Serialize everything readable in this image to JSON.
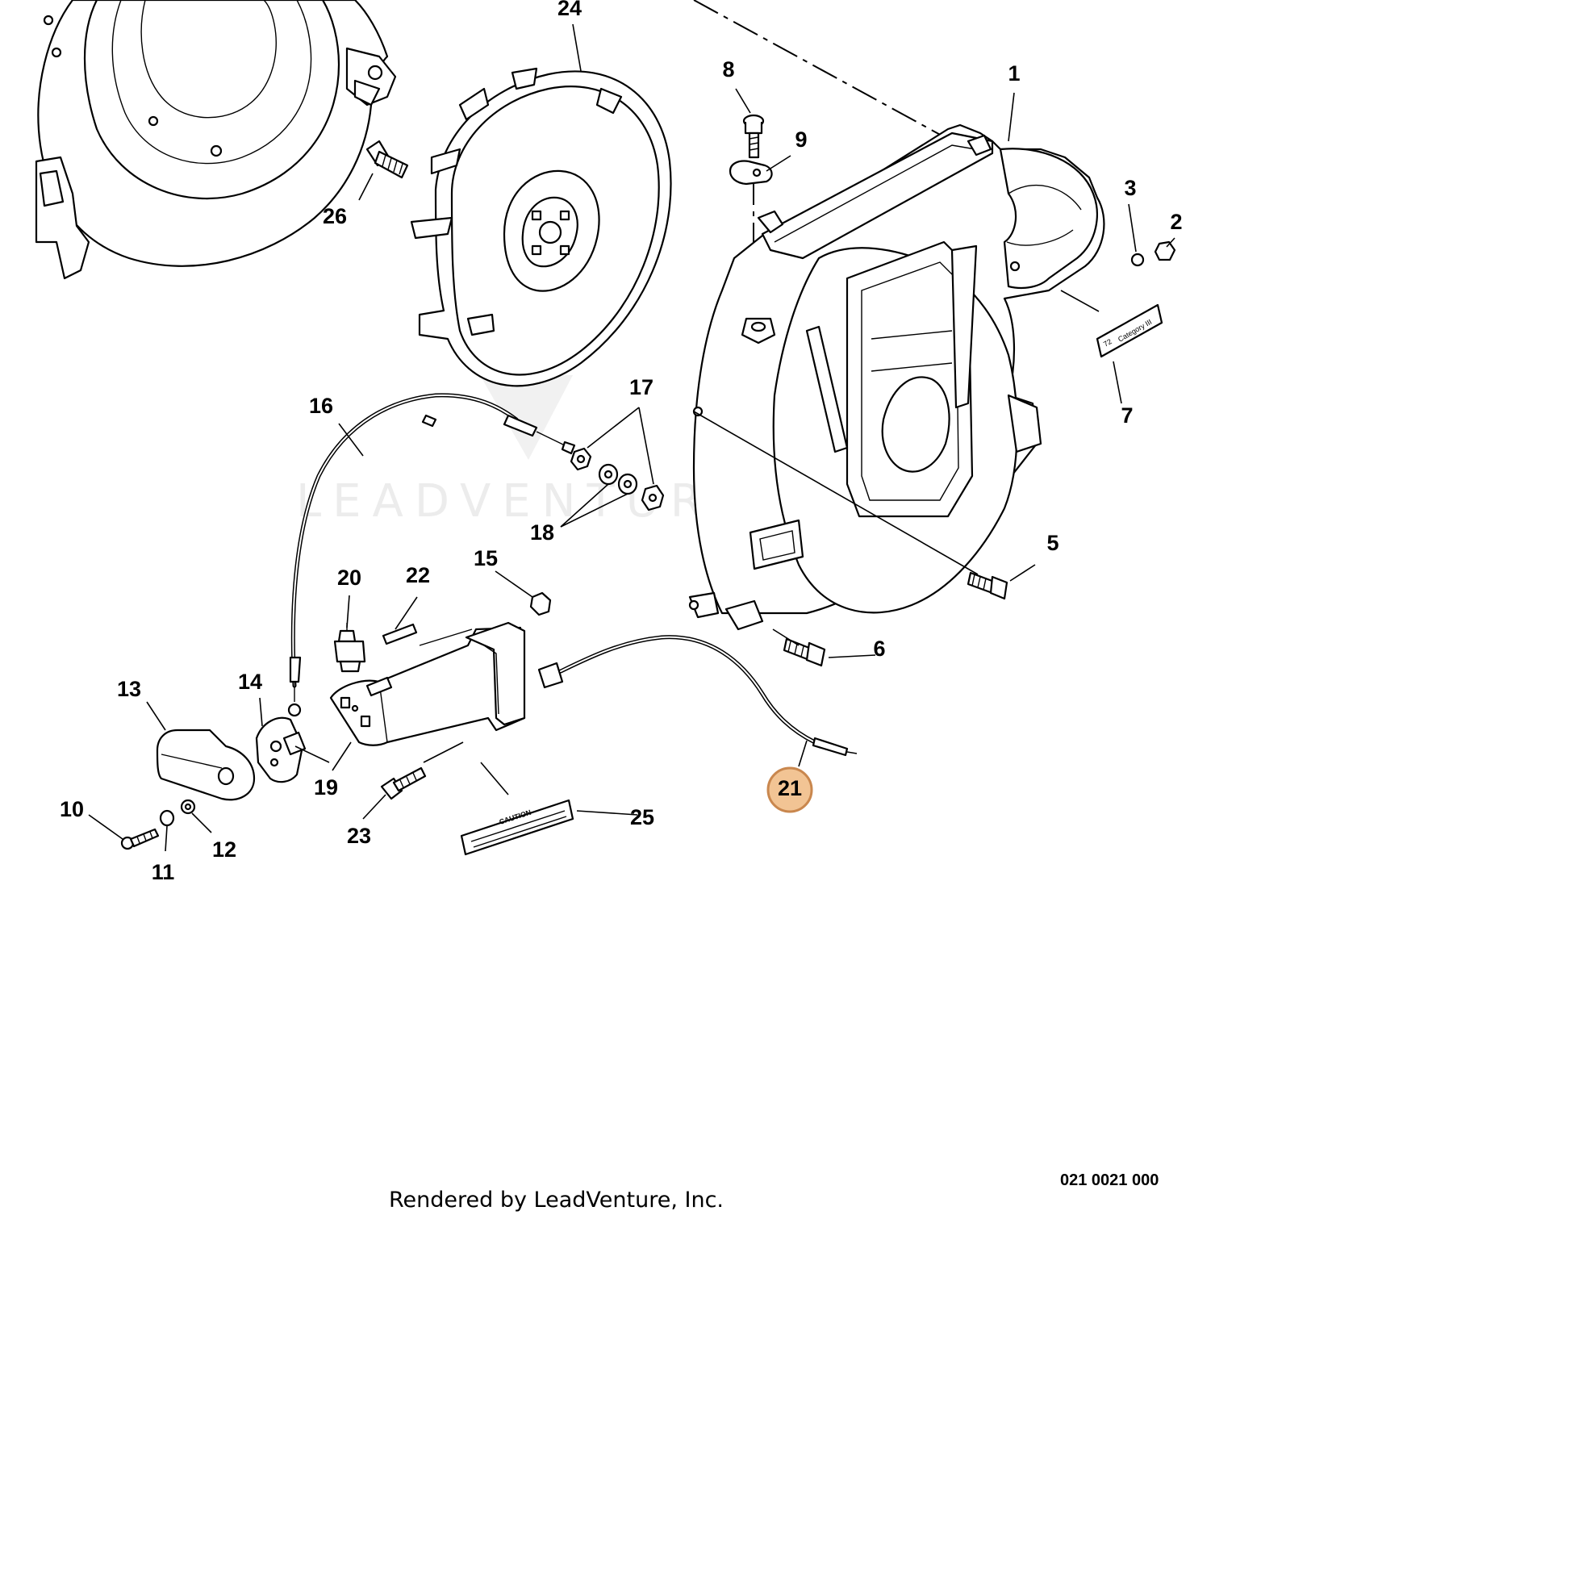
{
  "diagram": {
    "callouts": [
      {
        "id": "1",
        "label": "1"
      },
      {
        "id": "2",
        "label": "2"
      },
      {
        "id": "3",
        "label": "3"
      },
      {
        "id": "5",
        "label": "5"
      },
      {
        "id": "6",
        "label": "6"
      },
      {
        "id": "7",
        "label": "7"
      },
      {
        "id": "8",
        "label": "8"
      },
      {
        "id": "9",
        "label": "9"
      },
      {
        "id": "10",
        "label": "10"
      },
      {
        "id": "11",
        "label": "11"
      },
      {
        "id": "12",
        "label": "12"
      },
      {
        "id": "13",
        "label": "13"
      },
      {
        "id": "14",
        "label": "14"
      },
      {
        "id": "15",
        "label": "15"
      },
      {
        "id": "16",
        "label": "16"
      },
      {
        "id": "17",
        "label": "17"
      },
      {
        "id": "18",
        "label": "18"
      },
      {
        "id": "19",
        "label": "19"
      },
      {
        "id": "20",
        "label": "20"
      },
      {
        "id": "21",
        "label": "21",
        "highlighted": true
      },
      {
        "id": "22",
        "label": "22"
      },
      {
        "id": "23",
        "label": "23"
      },
      {
        "id": "24",
        "label": "24"
      },
      {
        "id": "25",
        "label": "25"
      },
      {
        "id": "26",
        "label": "26"
      }
    ],
    "highlight_color": "#f2c494",
    "highlight_border_color": "#c9874e",
    "watermark": "LEADVENTURE",
    "decal_caution": "CAUTION",
    "decal_7_text": "72",
    "decal_7_sub": "Category III"
  },
  "footer": {
    "rendered_by": "Rendered by LeadVenture, Inc.",
    "drawing_number": "021 0021 000"
  }
}
